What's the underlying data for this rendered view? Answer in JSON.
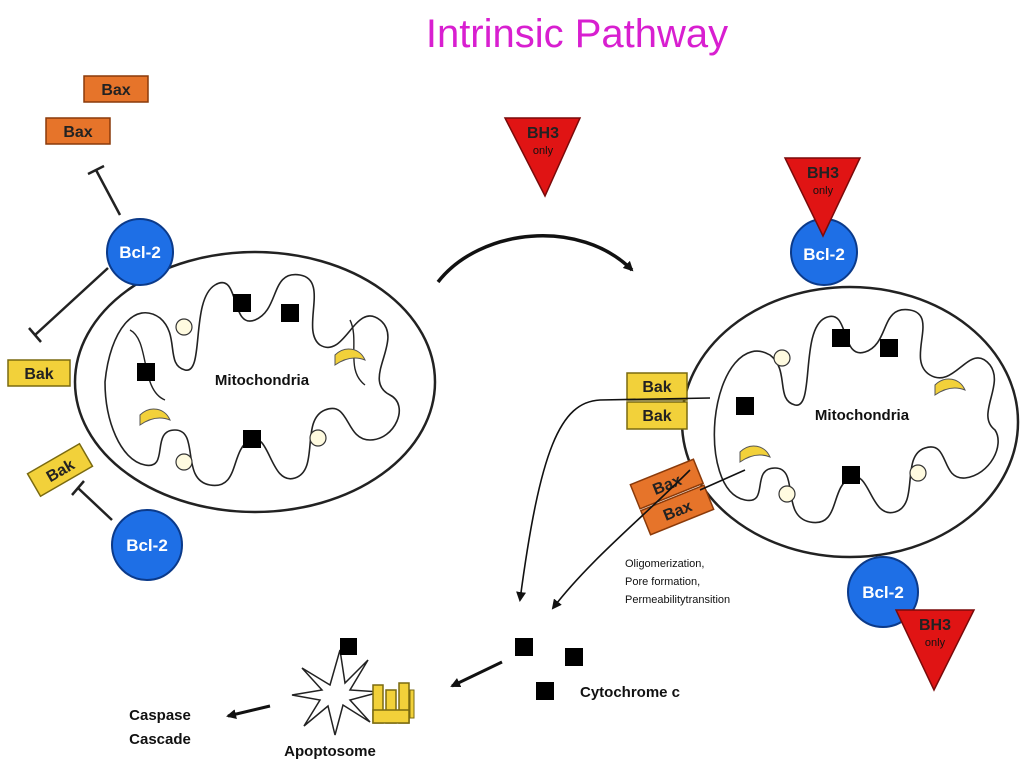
{
  "title": "Intrinsic Pathway",
  "colors": {
    "title": "#d81fd0",
    "bcl2": "#1e6fe6",
    "bak": "#f2d13a",
    "bax": "#e6742a",
    "bh3": "#e01414"
  },
  "labels": {
    "bcl2": "Bcl-2",
    "bak": "Bak",
    "bax": "Bax",
    "bh3": "BH3",
    "bh3_sub": "only",
    "mitochondria": "Mitochondria",
    "oligomerization": "Oligomerization,",
    "pore_formation": "Pore formation,",
    "permeability": "Permeabilitytransition",
    "cytochrome": "Cytochrome c",
    "apoptosome": "Apoptosome",
    "caspase1": "Caspase",
    "caspase2": "Cascade"
  }
}
